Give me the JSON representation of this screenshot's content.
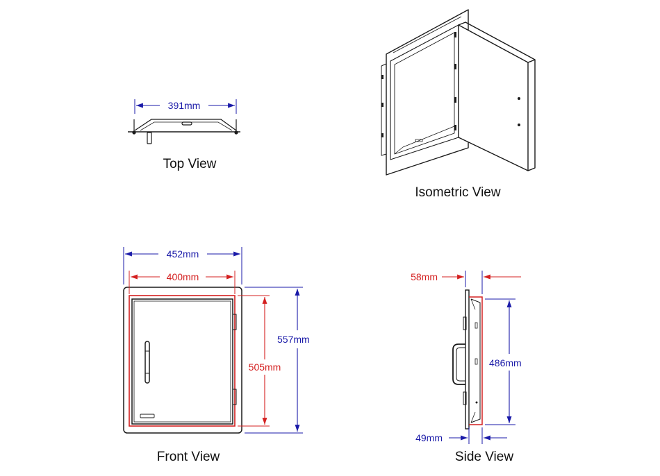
{
  "colors": {
    "line": "#1a1a1a",
    "blue_dim": "#1a1aa8",
    "red_dim": "#d42020"
  },
  "views": {
    "top": {
      "title": "Top View",
      "width_label": "391mm"
    },
    "isometric": {
      "title": "Isometric View"
    },
    "front": {
      "title": "Front View",
      "outer_width_label": "452mm",
      "inner_width_label": "400mm",
      "outer_height_label": "557mm",
      "inner_height_label": "505mm"
    },
    "side": {
      "title": "Side View",
      "depth_label": "58mm",
      "height_label": "486mm",
      "bottom_depth_label": "49mm"
    }
  }
}
